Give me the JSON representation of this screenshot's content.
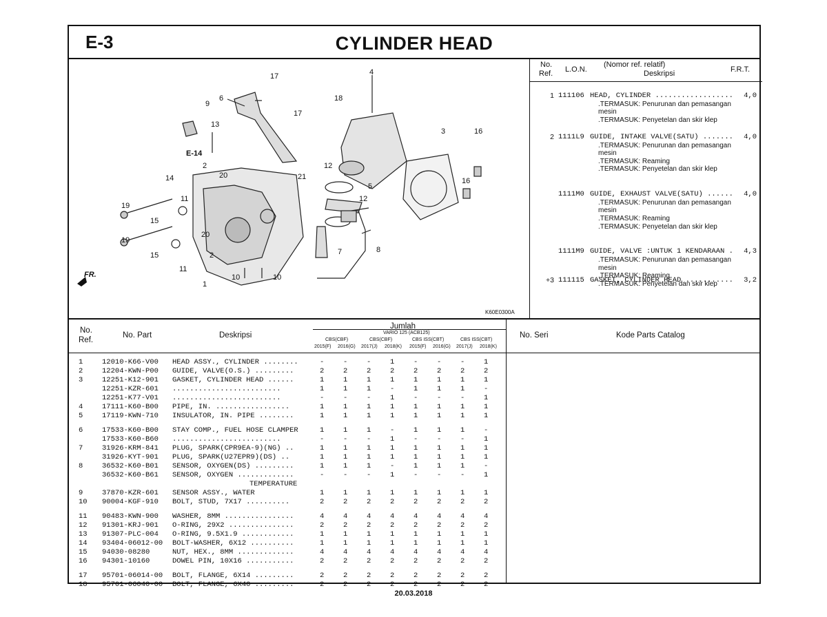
{
  "header": {
    "code": "E-3",
    "title": "CYLINDER HEAD"
  },
  "diagram": {
    "figure_code": "K60E0300A",
    "fr_label": "FR.",
    "ref_label": "E-14",
    "callouts": [
      "17",
      "4",
      "6",
      "9",
      "13",
      "17",
      "18",
      "3",
      "16",
      "E-14",
      "2",
      "20",
      "21",
      "12",
      "14",
      "11",
      "5",
      "12",
      "16",
      "19",
      "15",
      "20",
      "19",
      "7",
      "8",
      "15",
      "2",
      "11",
      "10",
      "10",
      "1"
    ]
  },
  "lon_table": {
    "headers": {
      "no": "No.",
      "ref": "Ref.",
      "lon": "L.O.N.",
      "desc_top": "(Nomor ref. relatif)",
      "desc": "Deskripsi",
      "frt": "F.R.T."
    },
    "rows": [
      {
        "ref": "1",
        "lon": "111106",
        "desc": "HEAD, CYLINDER ..................",
        "frt": "4,0",
        "notes": [
          ".TERMASUK: Penurunan dan pemasangan mesin",
          ".TERMASUK: Penyetelan dan skir klep"
        ]
      },
      {
        "ref": "2",
        "lon": "1111L9",
        "desc": "GUIDE, INTAKE VALVE(SATU) .......",
        "frt": "4,0",
        "notes": [
          ".TERMASUK: Penurunan dan pemasangan mesin",
          ".TERMASUK: Reaming",
          ".TERMASUK: Penyetelan dan skir klep"
        ]
      },
      {
        "ref": "",
        "lon": "1111M0",
        "desc": "GUIDE, EXHAUST VALVE(SATU) ......",
        "frt": "4,0",
        "notes": [
          ".TERMASUK: Penurunan dan pemasangan mesin",
          ".TERMASUK: Reaming",
          ".TERMASUK: Penyetelan dan skir klep"
        ]
      },
      {
        "ref": "",
        "lon": "1111M9",
        "desc": "GUIDE, VALVE :UNTUK 1 KENDARAAN .",
        "frt": "4,3",
        "notes": [
          ".TERMASUK: Penurunan dan pemasangan mesin",
          ".TERMASUK: Reaming",
          ".TERMASUK: Penyetelan dan skir klep"
        ]
      },
      {
        "ref": "+3",
        "lon": "111115",
        "desc": "GASKET, CYLINDER HEAD ...........",
        "frt": "3,2",
        "notes": []
      }
    ]
  },
  "parts_table": {
    "headers": {
      "no": "No.",
      "ref": "Ref.",
      "no_part": "No. Part",
      "desc": "Deskripsi",
      "jumlah": "Jumlah",
      "model": "VARIO 125 (ACB125)",
      "groups": [
        "CBS(CBF)",
        "CBS(CBF)",
        "CBS ISS(CBT)",
        "CBS ISS(CBT)"
      ],
      "years": [
        "2015(F)",
        "2016(G)",
        "2017(J)",
        "2018(K)",
        "2015(F)",
        "2016(G)",
        "2017(J)",
        "2018(K)"
      ],
      "no_seri": "No. Seri",
      "kode": "Kode Parts Catalog"
    },
    "rows": [
      {
        "ref": "1",
        "part": "12010-K66-V00",
        "desc": "HEAD ASSY., CYLINDER ........",
        "q": [
          "-",
          "-",
          "-",
          "1",
          "-",
          "-",
          "-",
          "1"
        ]
      },
      {
        "ref": "2",
        "part": "12204-KWN-P00",
        "desc": "GUIDE, VALVE(O.S.) .........",
        "q": [
          "2",
          "2",
          "2",
          "2",
          "2",
          "2",
          "2",
          "2"
        ]
      },
      {
        "ref": "3",
        "part": "12251-K12-901",
        "desc": "GASKET, CYLINDER HEAD ......",
        "q": [
          "1",
          "1",
          "1",
          "1",
          "1",
          "1",
          "1",
          "1"
        ]
      },
      {
        "ref": "",
        "part": "12251-KZR-601",
        "desc": "  .........................",
        "q": [
          "1",
          "1",
          "1",
          "-",
          "1",
          "1",
          "1",
          "-"
        ]
      },
      {
        "ref": "",
        "part": "12251-K77-V01",
        "desc": "  .........................",
        "q": [
          "-",
          "-",
          "-",
          "1",
          "-",
          "-",
          "-",
          "1"
        ]
      },
      {
        "ref": "4",
        "part": "17111-K60-B00",
        "desc": "PIPE, IN. .................",
        "q": [
          "1",
          "1",
          "1",
          "1",
          "1",
          "1",
          "1",
          "1"
        ]
      },
      {
        "ref": "5",
        "part": "17119-KWN-710",
        "desc": "INSULATOR, IN. PIPE ........",
        "q": [
          "1",
          "1",
          "1",
          "1",
          "1",
          "1",
          "1",
          "1"
        ]
      },
      {
        "ref": "6",
        "part": "17533-K60-B00",
        "desc": "STAY COMP., FUEL HOSE CLAMPER",
        "q": [
          "1",
          "1",
          "1",
          "-",
          "1",
          "1",
          "1",
          "-"
        ]
      },
      {
        "ref": "",
        "part": "17533-K60-B60",
        "desc": "  .........................",
        "q": [
          "-",
          "-",
          "-",
          "1",
          "-",
          "-",
          "-",
          "1"
        ]
      },
      {
        "ref": "7",
        "part": "31926-KRM-841",
        "desc": "PLUG, SPARK(CPR9EA-9)(NG) ..",
        "q": [
          "1",
          "1",
          "1",
          "1",
          "1",
          "1",
          "1",
          "1"
        ]
      },
      {
        "ref": "",
        "part": "31926-KYT-901",
        "desc": "PLUG, SPARK(U27EPR9)(DS) ..",
        "q": [
          "1",
          "1",
          "1",
          "1",
          "1",
          "1",
          "1",
          "1"
        ]
      },
      {
        "ref": "8",
        "part": "36532-K60-B01",
        "desc": "SENSOR, OXYGEN(DS) .........",
        "q": [
          "1",
          "1",
          "1",
          "-",
          "1",
          "1",
          "1",
          "-"
        ]
      },
      {
        "ref": "",
        "part": "36532-K60-B61",
        "desc": "SENSOR, OXYGEN .............",
        "q": [
          "-",
          "-",
          "-",
          "1",
          "-",
          "-",
          "-",
          "1"
        ]
      },
      {
        "ref": "9",
        "part": "37870-KZR-601",
        "desc": "SENSOR ASSY., WATER",
        "desc2": "TEMPERATURE",
        "q": [
          "1",
          "1",
          "1",
          "1",
          "1",
          "1",
          "1",
          "1"
        ]
      },
      {
        "ref": "10",
        "part": "90004-KGF-910",
        "desc": "BOLT, STUD, 7X17 ..........",
        "q": [
          "2",
          "2",
          "2",
          "2",
          "2",
          "2",
          "2",
          "2"
        ]
      },
      {
        "ref": "11",
        "part": "90483-KWN-900",
        "desc": "WASHER, 8MM ................",
        "q": [
          "4",
          "4",
          "4",
          "4",
          "4",
          "4",
          "4",
          "4"
        ]
      },
      {
        "ref": "12",
        "part": "91301-KRJ-901",
        "desc": "O-RING, 29X2 ...............",
        "q": [
          "2",
          "2",
          "2",
          "2",
          "2",
          "2",
          "2",
          "2"
        ]
      },
      {
        "ref": "13",
        "part": "91307-PLC-004",
        "desc": "O-RING, 9.5X1.9 ............",
        "q": [
          "1",
          "1",
          "1",
          "1",
          "1",
          "1",
          "1",
          "1"
        ]
      },
      {
        "ref": "14",
        "part": "93404-06012-00",
        "desc": "BOLT-WASHER, 6X12 ..........",
        "q": [
          "1",
          "1",
          "1",
          "1",
          "1",
          "1",
          "1",
          "1"
        ]
      },
      {
        "ref": "15",
        "part": "94030-08280",
        "desc": "NUT, HEX., 8MM .............",
        "q": [
          "4",
          "4",
          "4",
          "4",
          "4",
          "4",
          "4",
          "4"
        ]
      },
      {
        "ref": "16",
        "part": "94301-10160",
        "desc": "DOWEL PIN, 10X16 ...........",
        "q": [
          "2",
          "2",
          "2",
          "2",
          "2",
          "2",
          "2",
          "2"
        ]
      },
      {
        "ref": "17",
        "part": "95701-06014-00",
        "desc": "BOLT, FLANGE, 6X14 .........",
        "q": [
          "2",
          "2",
          "2",
          "2",
          "2",
          "2",
          "2",
          "2"
        ]
      },
      {
        "ref": "18",
        "part": "95701-06040-00",
        "desc": "BOLT, FLANGE, 6X40 .........",
        "q": [
          "2",
          "2",
          "2",
          "2",
          "2",
          "2",
          "2",
          "2"
        ]
      }
    ]
  },
  "footer": {
    "date": "20.03.2018"
  }
}
